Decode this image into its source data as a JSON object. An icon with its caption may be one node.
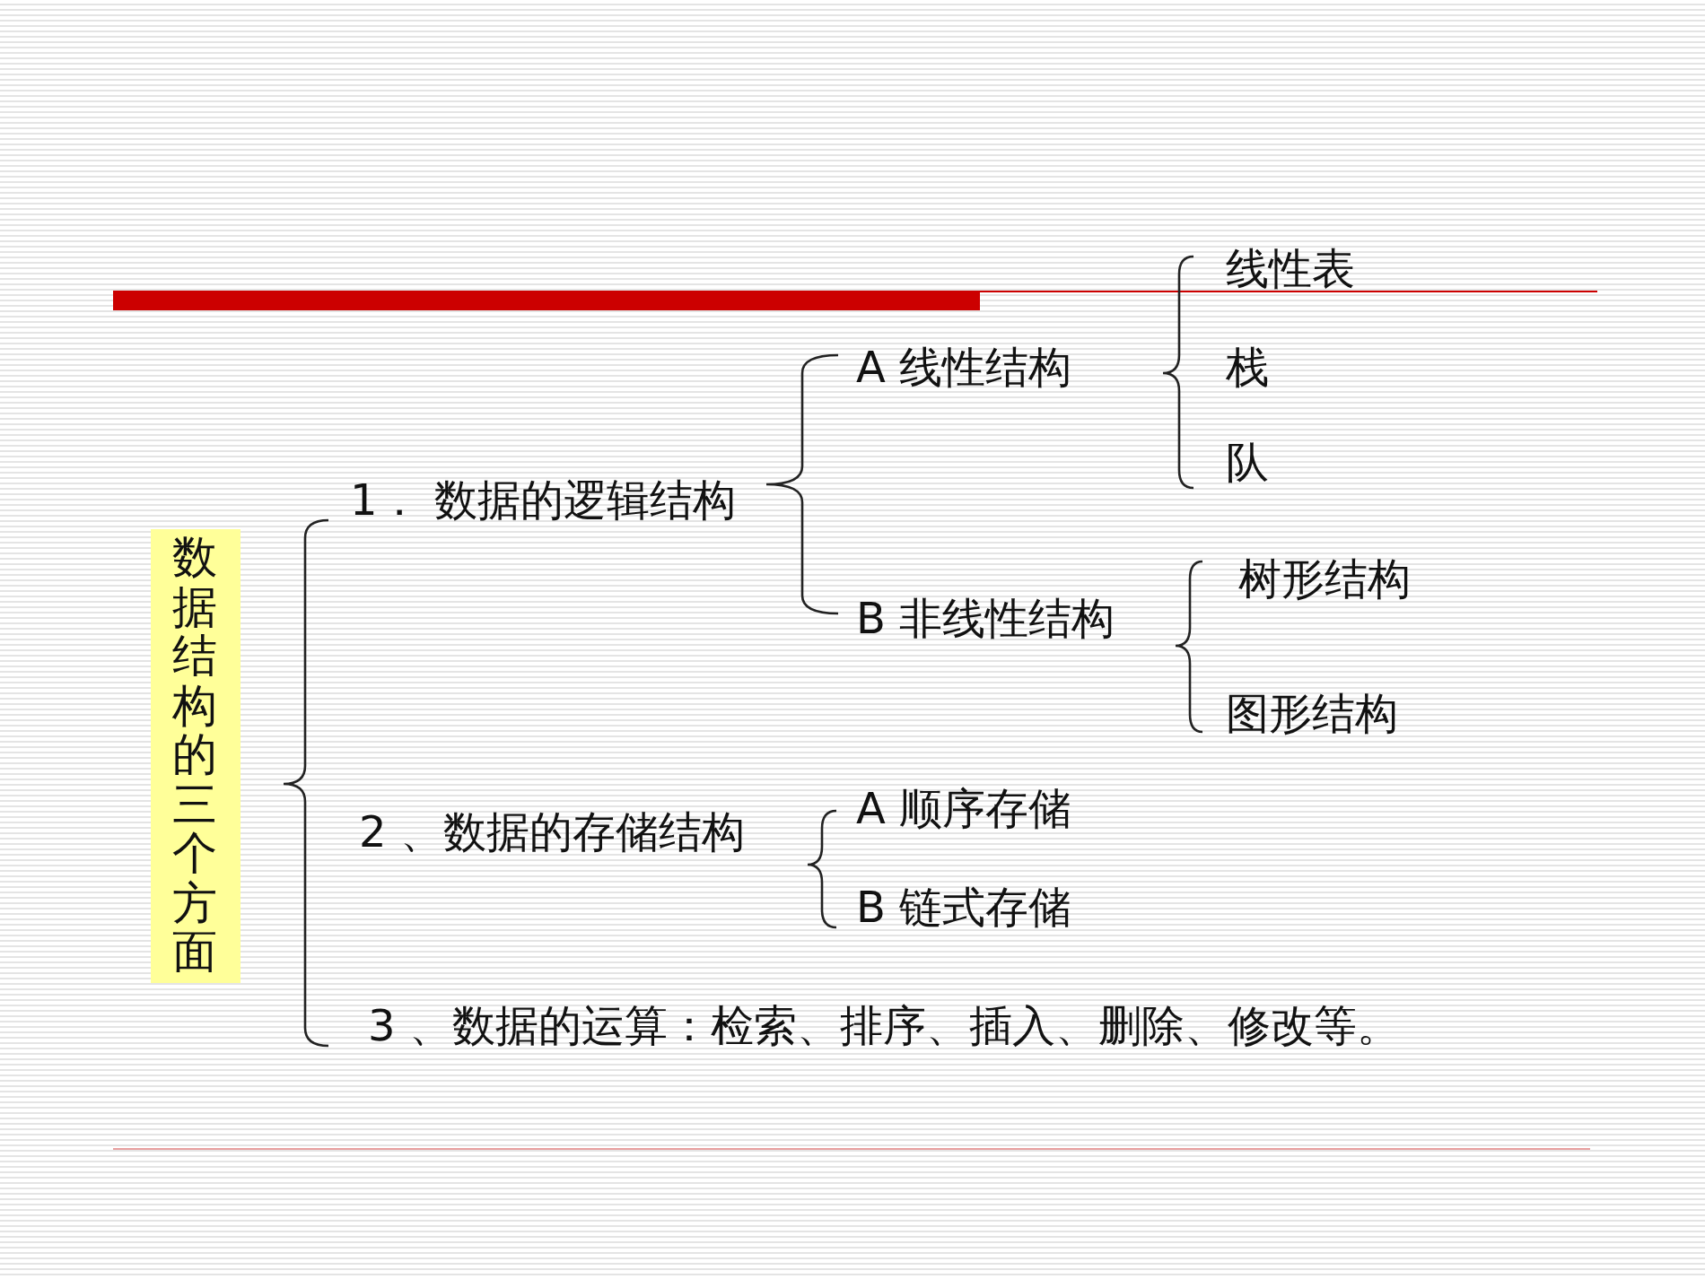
{
  "diagram": {
    "nodes": [
      {
        "text": [
          "数据结构的三个方面"
        ]
      },
      {
        "text": [
          "1． 数据的逻辑结构"
        ]
      },
      {
        "text": [
          "A 线性结构"
        ]
      },
      {
        "text": [
          "B 非线性结构"
        ]
      },
      {
        "text": [
          "线性表"
        ]
      },
      {
        "text": [
          "栈"
        ]
      },
      {
        "text": [
          "队"
        ]
      },
      {
        "text": [
          "树形结构"
        ]
      },
      {
        "text": [
          "图形结构"
        ]
      },
      {
        "text": [
          "2 、数据的存储结构"
        ]
      },
      {
        "text": [
          "A 顺序存储"
        ]
      },
      {
        "text": [
          "B 链式存储"
        ]
      },
      {
        "text": [
          "3 、数据的运算：检索、排序、插入、删除、修改等。"
        ]
      }
    ]
  }
}
